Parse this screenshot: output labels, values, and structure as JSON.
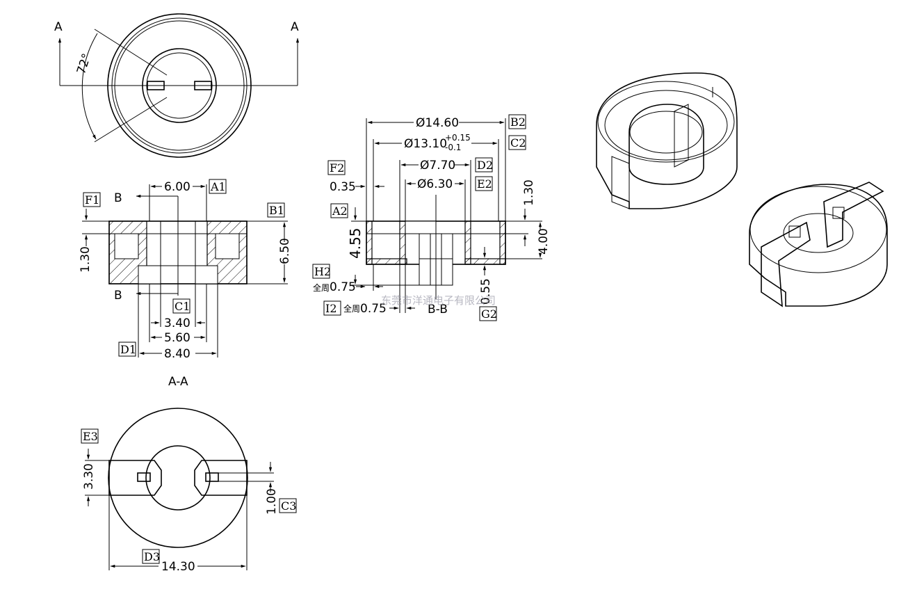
{
  "top_view": {
    "section_mark_left": "A",
    "section_mark_right": "A",
    "angle": "72°"
  },
  "section_aa": {
    "title": "A-A",
    "section_mark_top": "B",
    "section_mark_bottom": "B",
    "dims": {
      "a1": "6.00",
      "b1": "6.50",
      "f1": "1.30",
      "c1a": "3.40",
      "c1b": "5.60",
      "d1": "8.40"
    },
    "labels": {
      "a1": "A1",
      "b1": "B1",
      "c1": "C1",
      "d1": "D1",
      "f1": "F1"
    }
  },
  "section_bb": {
    "title": "B-B",
    "dims": {
      "b2": "Ø14.60",
      "c2": "Ø13.10",
      "c2_tol_plus": "+0.15",
      "c2_tol_minus": "-0.1",
      "d2": "Ø7.70",
      "e2": "Ø6.30",
      "f2": "0.35",
      "a2": "4.55",
      "r130": "1.30",
      "r400": "4.00",
      "h2": "0.75",
      "i2": "0.75",
      "g2": "0.55"
    },
    "labels": {
      "b2": "B2",
      "c2": "C2",
      "d2": "D2",
      "e2": "E2",
      "f2": "F2",
      "a2": "A2",
      "h2": "H2",
      "i2": "I2",
      "g2": "G2"
    },
    "around_note_h2": "全周",
    "around_note_i2": "全周",
    "watermark": "东莞市洋通电子有限公司"
  },
  "bottom_view": {
    "dims": {
      "e3": "3.30",
      "c3": "1.00",
      "d3": "14.30"
    },
    "labels": {
      "e3": "E3",
      "c3": "C3",
      "d3": "D3"
    }
  }
}
